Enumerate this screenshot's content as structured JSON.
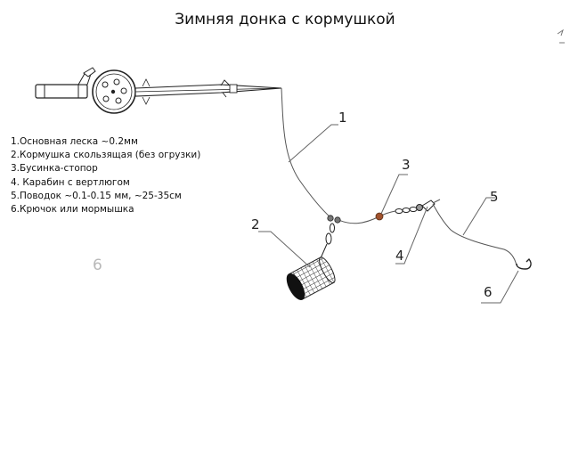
{
  "title": "Зимняя донка с кормушкой",
  "legend": [
    "1.Основная леска ~0.2мм",
    "2.Кормушка скользящая (без огрузки)",
    "3.Бусинка-стопор",
    "4. Карабин с вертлюгом",
    "5.Поводок ~0.1-0.15 мм, ~25-35см",
    "6.Крючок или мормышка"
  ],
  "stray_label": "6",
  "callouts": {
    "n1": "1",
    "n2": "2",
    "n3": "3",
    "n4": "4",
    "n5": "5",
    "n6": "6"
  },
  "colors": {
    "line": "#555555",
    "bead": "#a0522d",
    "feeder": "#222222"
  }
}
